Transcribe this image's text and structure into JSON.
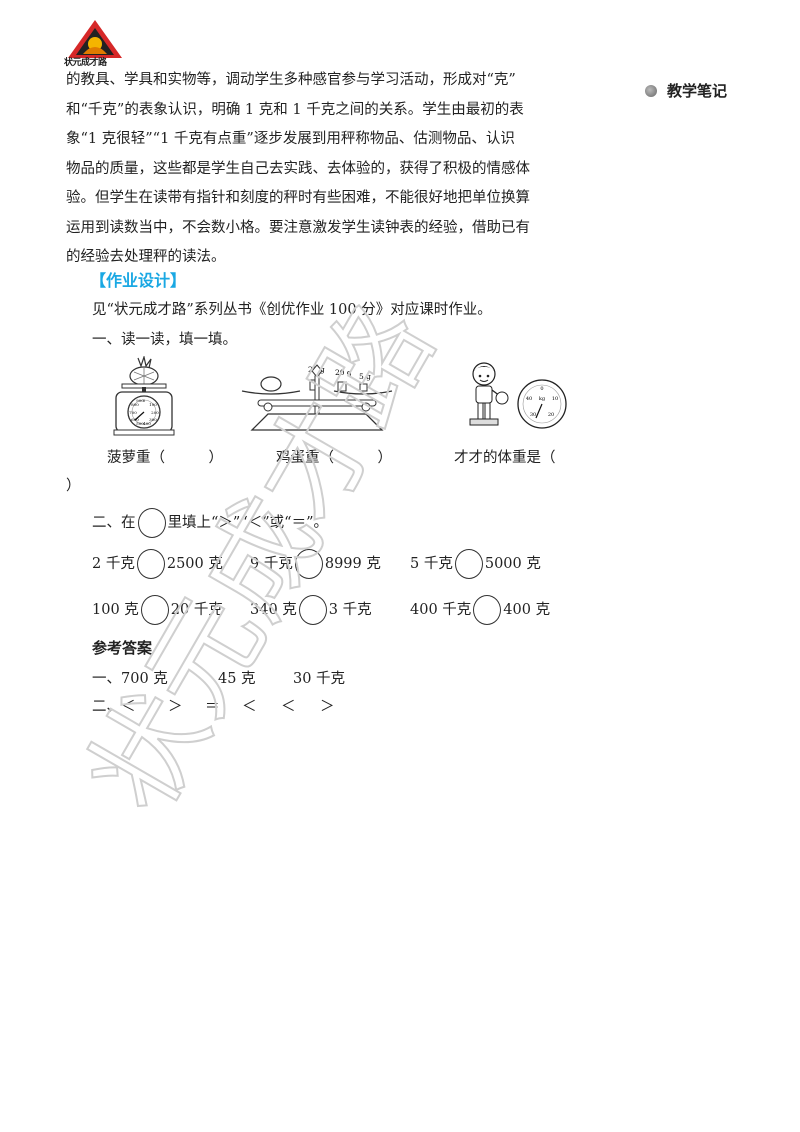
{
  "logo": {
    "text": "状元成才路",
    "icon": "mountain-sun-logo-icon"
  },
  "sidebar": {
    "note_label": "教学笔记",
    "bullet_icon": "circle-bullet-icon"
  },
  "paragraph": {
    "lines": [
      "的教具、学具和实物等，调动学生多种感官参与学习活动，形成对“克”",
      "和“千克”的表象认识，明确 1 克和 1 千克之间的关系。学生由最初的表",
      "象“1 克很轻”“1 千克有点重”逐步发展到用秤称物品、估测物品、认识",
      "物品的质量，这些都是学生自己去实践、去体验的，获得了积极的情感体",
      "验。但学生在读带有指针和刻度的秤时有些困难，不能很好地把单位换算",
      "运用到读数当中，不会数小格。要注意激发学生读钟表的经验，借助已有",
      "的经验去处理秤的读法。"
    ]
  },
  "homework": {
    "title": "【作业设计】",
    "intro": "见“状元成才路”系列丛书《创优作业 100 分》对应课时作业。",
    "q1": {
      "title": "一、读一读，填一填。",
      "weights": [
        "20 g",
        "20 g",
        "5 g"
      ],
      "scale1_marks": [
        "0",
        "100",
        "200",
        "300",
        "400",
        "500",
        "600",
        "700",
        "800",
        "900"
      ],
      "scale2_label": "kg",
      "scale2_marks": [
        "0",
        "10",
        "20",
        "30",
        "40"
      ],
      "captions": [
        "菠萝重（　　　）",
        "鸡蛋重（　　　）",
        "才才的体重是（"
      ],
      "overflow": "）"
    },
    "q2": {
      "title_before": "二、在",
      "title_after": "里填上“＞”“＜”或“＝”。",
      "items": [
        {
          "left": "2 千克",
          "right": "2500 克"
        },
        {
          "left": "9 千克",
          "right": "8999 克"
        },
        {
          "left": "5 千克",
          "right": "5000 克"
        },
        {
          "left": "100 克",
          "right": "20 千克"
        },
        {
          "left": "340 克",
          "right": "3 千克"
        },
        {
          "left": "400 千克",
          "right": "400 克"
        }
      ]
    }
  },
  "answers": {
    "title": "参考答案",
    "line1": [
      "一、700 克",
      "45 克",
      "30 千克"
    ],
    "line2": [
      "二、＜",
      "＞",
      "＝",
      "＜",
      "＜",
      "＞"
    ]
  },
  "watermark": {
    "text": "状元成才路"
  }
}
